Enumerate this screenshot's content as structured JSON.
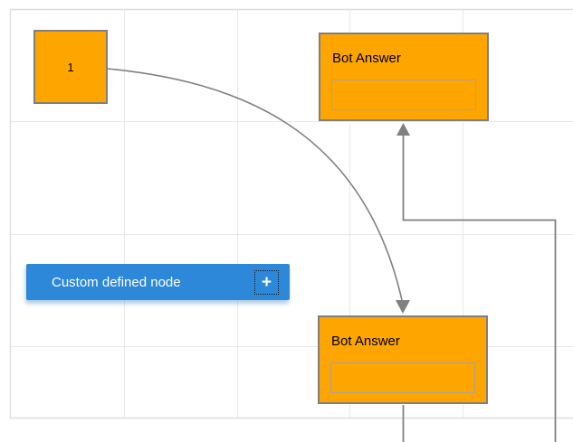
{
  "diagram": {
    "start_node": {
      "label": "1"
    },
    "bot_answer_top": {
      "title": "Bot Answer",
      "input_value": ""
    },
    "bot_answer_bottom": {
      "title": "Bot Answer",
      "input_value": ""
    },
    "custom_node": {
      "label": "Custom defined node",
      "add_icon": "+"
    }
  },
  "colors": {
    "node_fill_orange": "#FFA500",
    "node_border_gray": "#7F7F7F",
    "input_border_gray": "#A3A3A3",
    "custom_node_blue": "#2E88D9",
    "connector_gray": "#808080",
    "grid_line": "#E8E8E8",
    "grid_border": "#DDDDDD"
  }
}
